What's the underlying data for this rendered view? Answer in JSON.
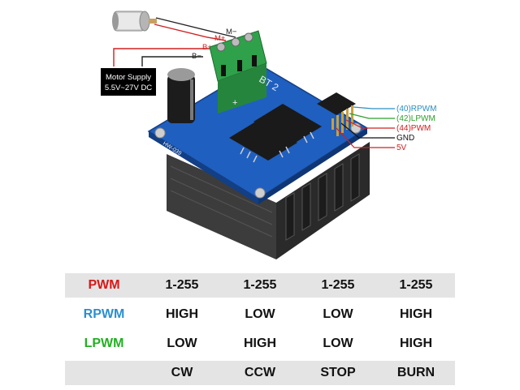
{
  "motor": {
    "m_minus": "M−",
    "m_plus": "M+",
    "b_plus": "B+",
    "b_minus": "B−"
  },
  "supply": {
    "line1": "Motor Supply",
    "line2": "5.5V~27V DC"
  },
  "pins": [
    {
      "label": "(40)RPWM",
      "color": "#2a8fc0"
    },
    {
      "label": "(42)LPWM",
      "color": "#2aa02a"
    },
    {
      "label": "(44)PWM",
      "color": "#d02020"
    },
    {
      "label": "GND",
      "color": "#111111"
    },
    {
      "label": "5V",
      "color": "#d02020"
    }
  ],
  "board": {
    "silk_bt": "BT 2",
    "silk_model": "HW-039",
    "silk_plus": "+"
  },
  "table": {
    "colors": {
      "pwm": "#d81818",
      "rpwm": "#2a8fd0",
      "lpwm": "#22b022"
    },
    "rows": [
      {
        "label": "PWM",
        "values": [
          "1-255",
          "1-255",
          "1-255",
          "1-255"
        ]
      },
      {
        "label": "RPWM",
        "values": [
          "HIGH",
          "LOW",
          "LOW",
          "HIGH"
        ]
      },
      {
        "label": "LPWM",
        "values": [
          "LOW",
          "HIGH",
          "LOW",
          "HIGH"
        ]
      },
      {
        "label": "",
        "values": [
          "CW",
          "CCW",
          "STOP",
          "BURN"
        ]
      }
    ]
  }
}
